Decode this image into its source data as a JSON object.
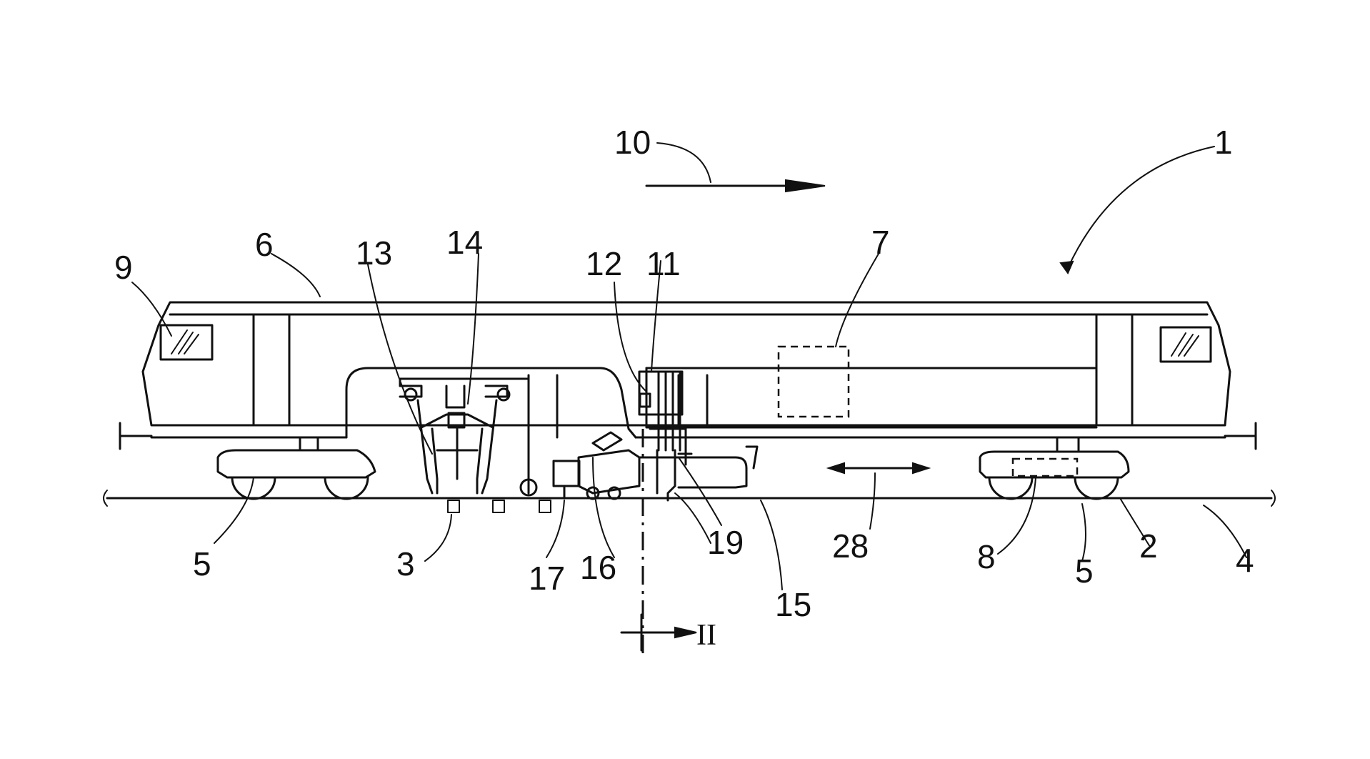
{
  "labels": {
    "l1": "1",
    "l2": "2",
    "l3": "3",
    "l4": "4",
    "l5a": "5",
    "l5b": "5",
    "l6": "6",
    "l7": "7",
    "l8": "8",
    "l9": "9",
    "l10": "10",
    "l11": "11",
    "l12": "12",
    "l13": "13",
    "l14": "14",
    "l15": "15",
    "l16": "16",
    "l17": "17",
    "l19": "19",
    "l28": "28",
    "section": "II"
  },
  "colors": {
    "ink": "#111111",
    "background": "#ffffff"
  }
}
